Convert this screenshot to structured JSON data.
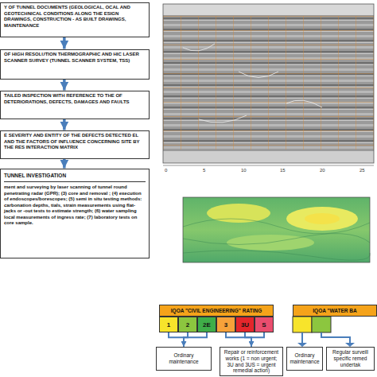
{
  "diagram": {
    "nodes": [
      {
        "text": [
          "Y OF TUNNEL DOCUMENTS (GEOLOGICAL, OCAL AND GEOTECHNICAL CONDITIONS ALONG THE ESIGN DRAWINGS, CONSTRUCTION - AS BUILT DRAWINGS, MAINTENANCE"
        ]
      },
      {
        "text": [
          "OF HIGH RESOLUTION THERMOGRAPHIC AND HIC LASER SCANNER SURVEY (TUNNEL SCANNER SYSTEM, TSS)"
        ]
      },
      {
        "text": [
          "TAILED INSPECTION WITH REFERENCE TO THE OF DETERIORATIONS, DEFECTS, DAMAGES AND FAULTS"
        ]
      },
      {
        "text": [
          "E SEVERITY AND ENTITY OF THE DEFECTS DETECTED EL AND THE FACTORS OF INFLUENCE CONCERNING SITE BY THE RES INTERACTION MATRIX"
        ]
      },
      {
        "text": [
          "TUNNEL INVESTIGATION",
          "ment and surveying by laser scanning of tunnel round penetrating radar (GPR); (3) core and removal ; (4) execution of endoscopes/borescopes; (5) semi in situ testing methods: carbonation depths, tials, strain measurements using flat-jacks or -out tests to estimate strength; (6) water sampling local measurements of ingress rate; (7) laboratory tests on core sample."
        ]
      },
      {
        "text": [
          "IQOA \"CIVIL ENGINEERING\" RATING"
        ]
      },
      {
        "text": [
          "1"
        ]
      },
      {
        "text": [
          "2"
        ]
      },
      {
        "text": [
          "2E"
        ]
      },
      {
        "text": [
          "3"
        ]
      },
      {
        "text": [
          "3U"
        ]
      },
      {
        "text": [
          "S"
        ]
      },
      {
        "text": [
          "Ordinary maintenance"
        ]
      },
      {
        "text": [
          "Repair or reinforcement works (1 = non urgent; 3U and 3US = urgent remedial action)"
        ]
      },
      {
        "text": [
          "IQOA \"WATER BA"
        ]
      },
      {
        "text": [
          "Ordinary maintenance"
        ]
      },
      {
        "text": [
          "Regular surveill specific remed undertak"
        ]
      }
    ],
    "edges": [
      {
        "from": 0,
        "to": 1,
        "arrow": "to"
      },
      {
        "from": 1,
        "to": 2,
        "arrow": "to"
      },
      {
        "from": 2,
        "to": 3,
        "arrow": "to"
      },
      {
        "from": 3,
        "to": 4,
        "arrow": "to"
      },
      {
        "from": 6,
        "to": 12,
        "arrow": "to"
      },
      {
        "from": 7,
        "to": 12,
        "arrow": "to"
      },
      {
        "from": 8,
        "to": 12,
        "arrow": "to"
      },
      {
        "from": 9,
        "to": 13,
        "arrow": "to"
      },
      {
        "from": 10,
        "to": 13,
        "arrow": "to"
      },
      {
        "from": 11,
        "to": 13,
        "arrow": "to"
      }
    ],
    "labels": [
      "0",
      "5",
      "10",
      "15",
      "20",
      "25"
    ]
  }
}
